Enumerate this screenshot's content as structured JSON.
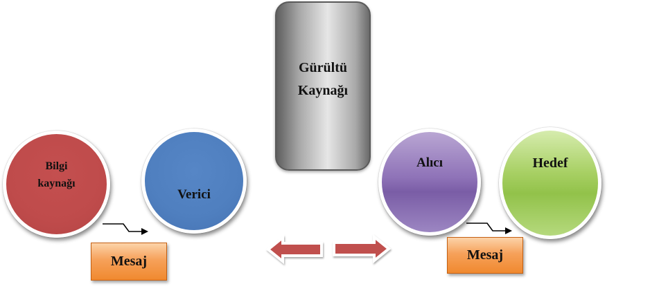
{
  "nodes": {
    "bilgi_line1": "Bilgi",
    "bilgi_line2": "kaynağı",
    "verici": "Verici",
    "noise_line1": "Gürültü",
    "noise_line2": "Kaynağı",
    "alici": "Alıcı",
    "hedef": "Hedef"
  },
  "messages": {
    "left": "Mesaj",
    "right": "Mesaj"
  },
  "colors": {
    "bilgi": "#c0504d",
    "verici": "#4f81bd",
    "alici": "#8064a2",
    "hedef": "#9bbb59",
    "noise": "#a6a6a6",
    "mesaj": "#f79646",
    "arrow": "#c0504d"
  }
}
